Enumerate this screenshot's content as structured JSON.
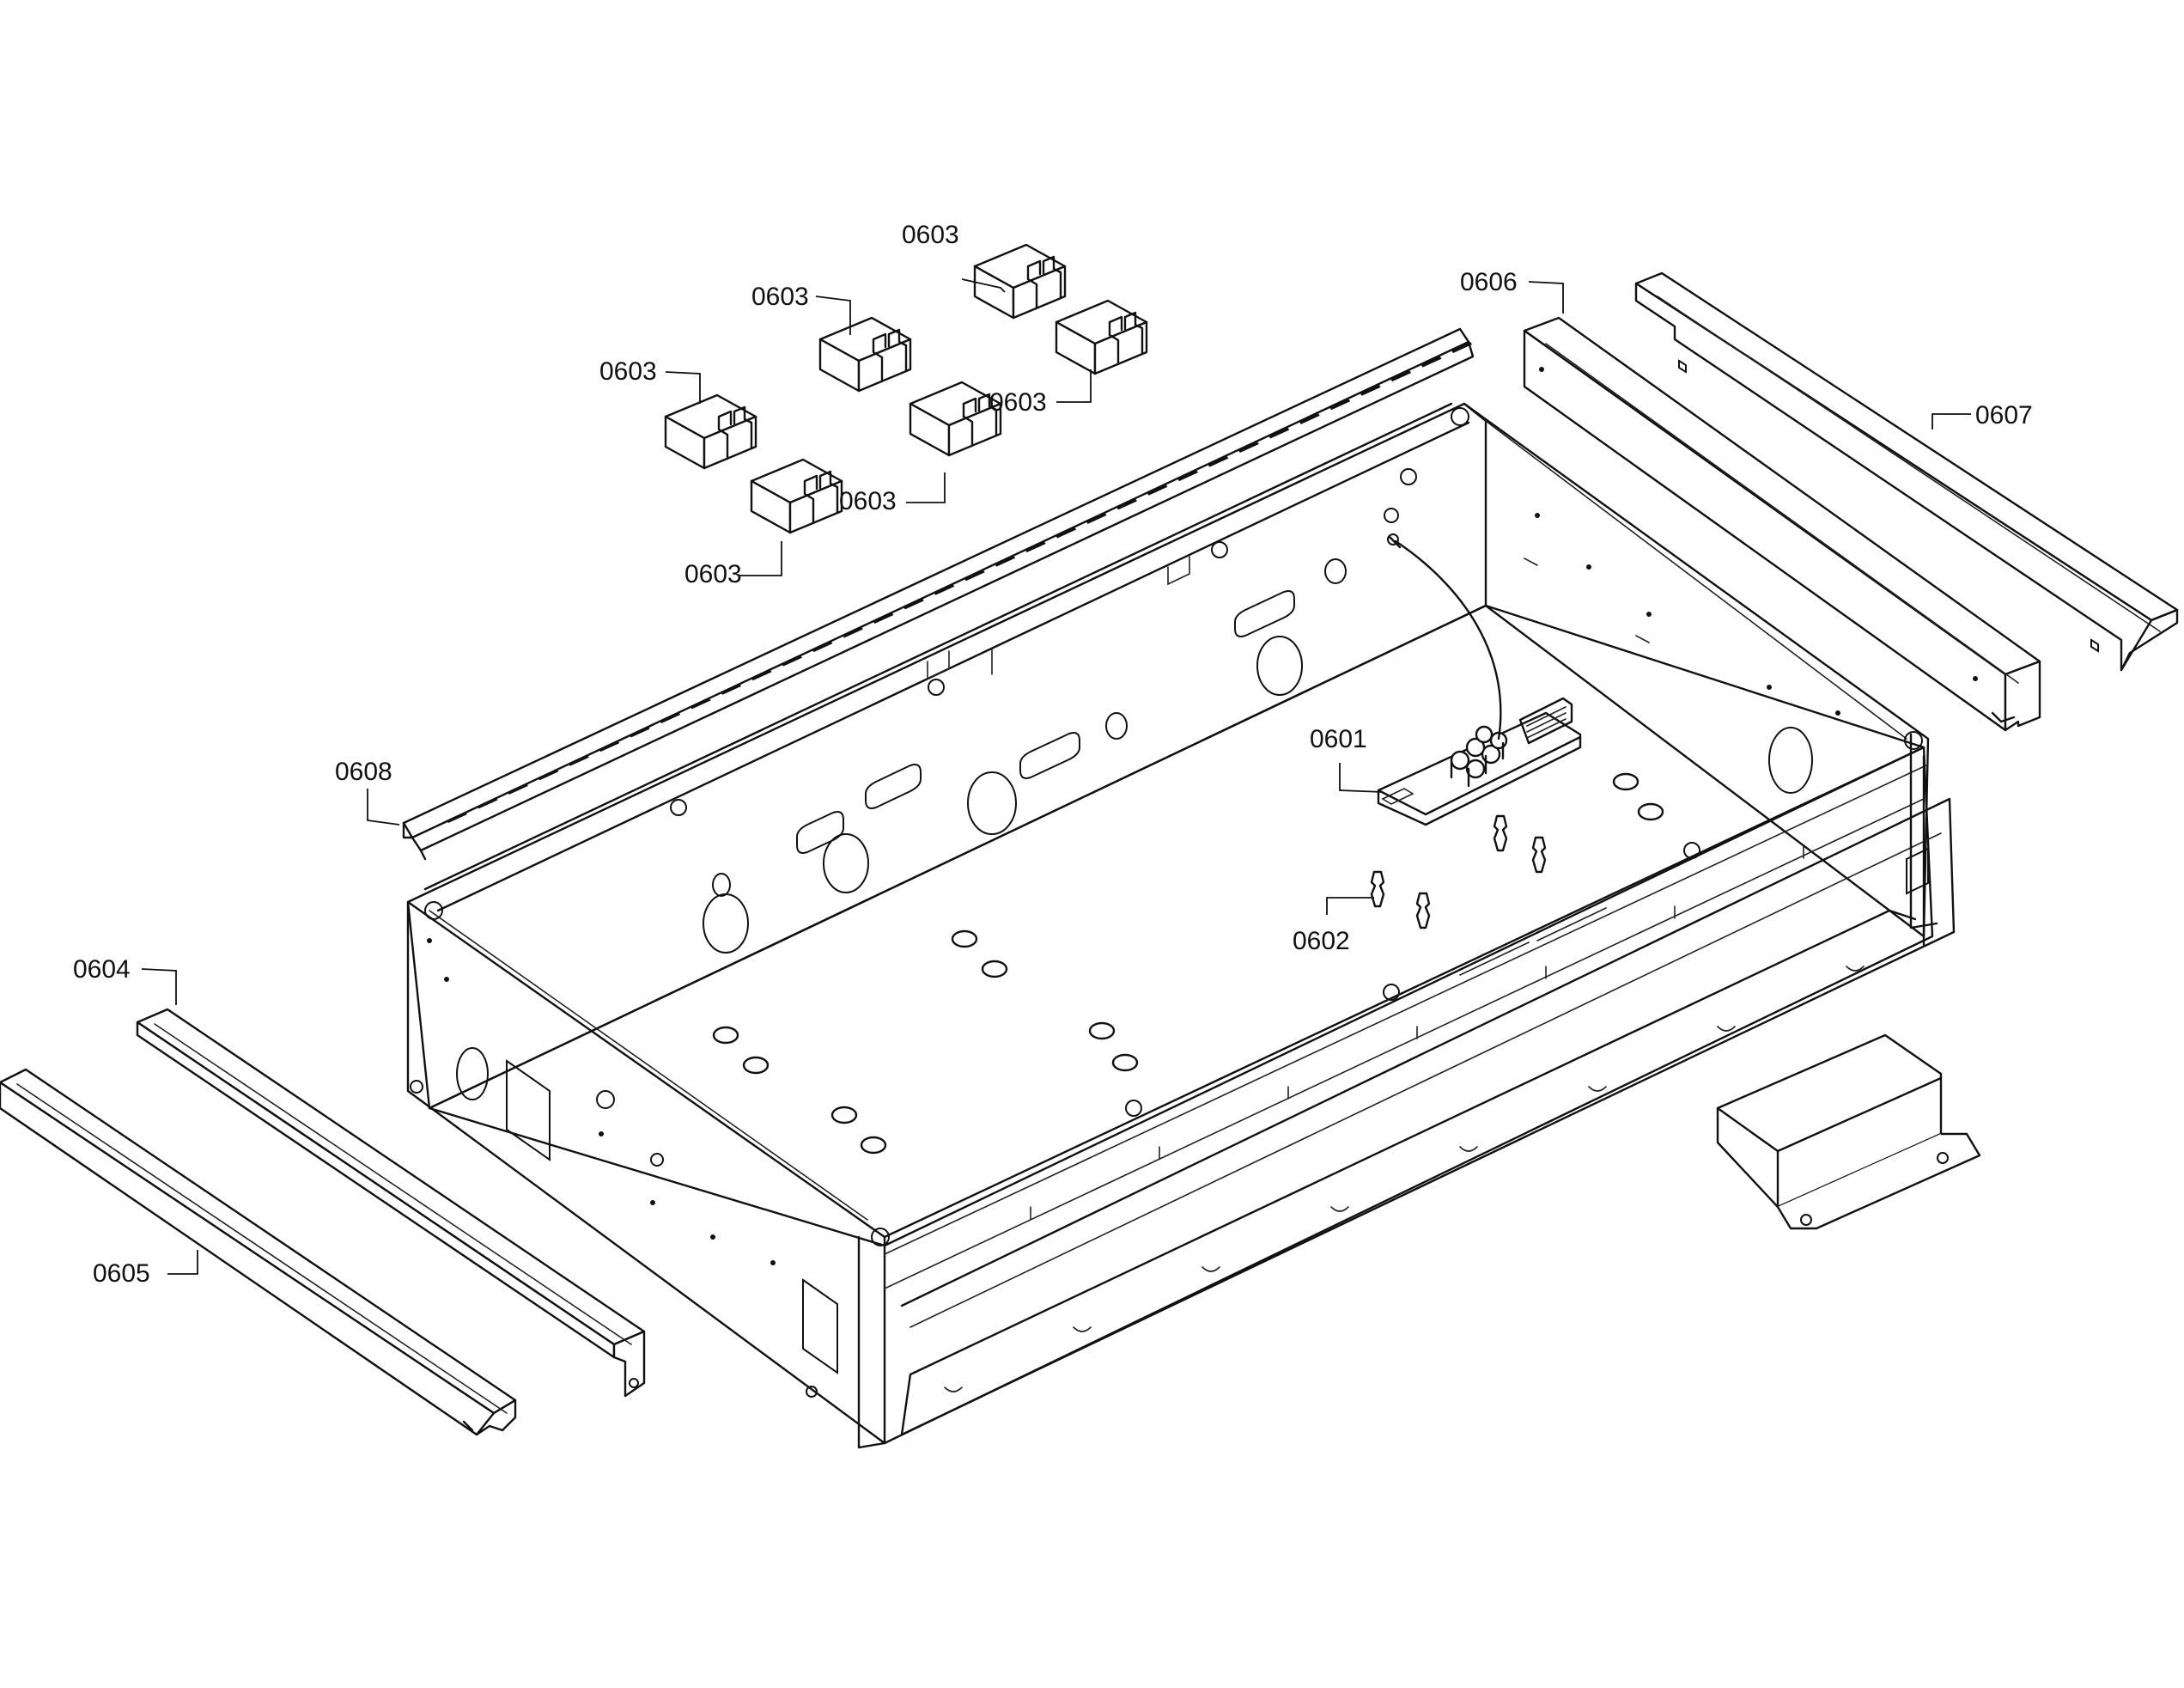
{
  "callouts": {
    "c0601": "0601",
    "c0602": "0602",
    "c0603a": "0603",
    "c0603b": "0603",
    "c0603c": "0603",
    "c0603d": "0603",
    "c0603e": "0603",
    "c0603f": "0603",
    "c0604": "0604",
    "c0605": "0605",
    "c0606": "0606",
    "c0607": "0607",
    "c0608": "0608"
  }
}
